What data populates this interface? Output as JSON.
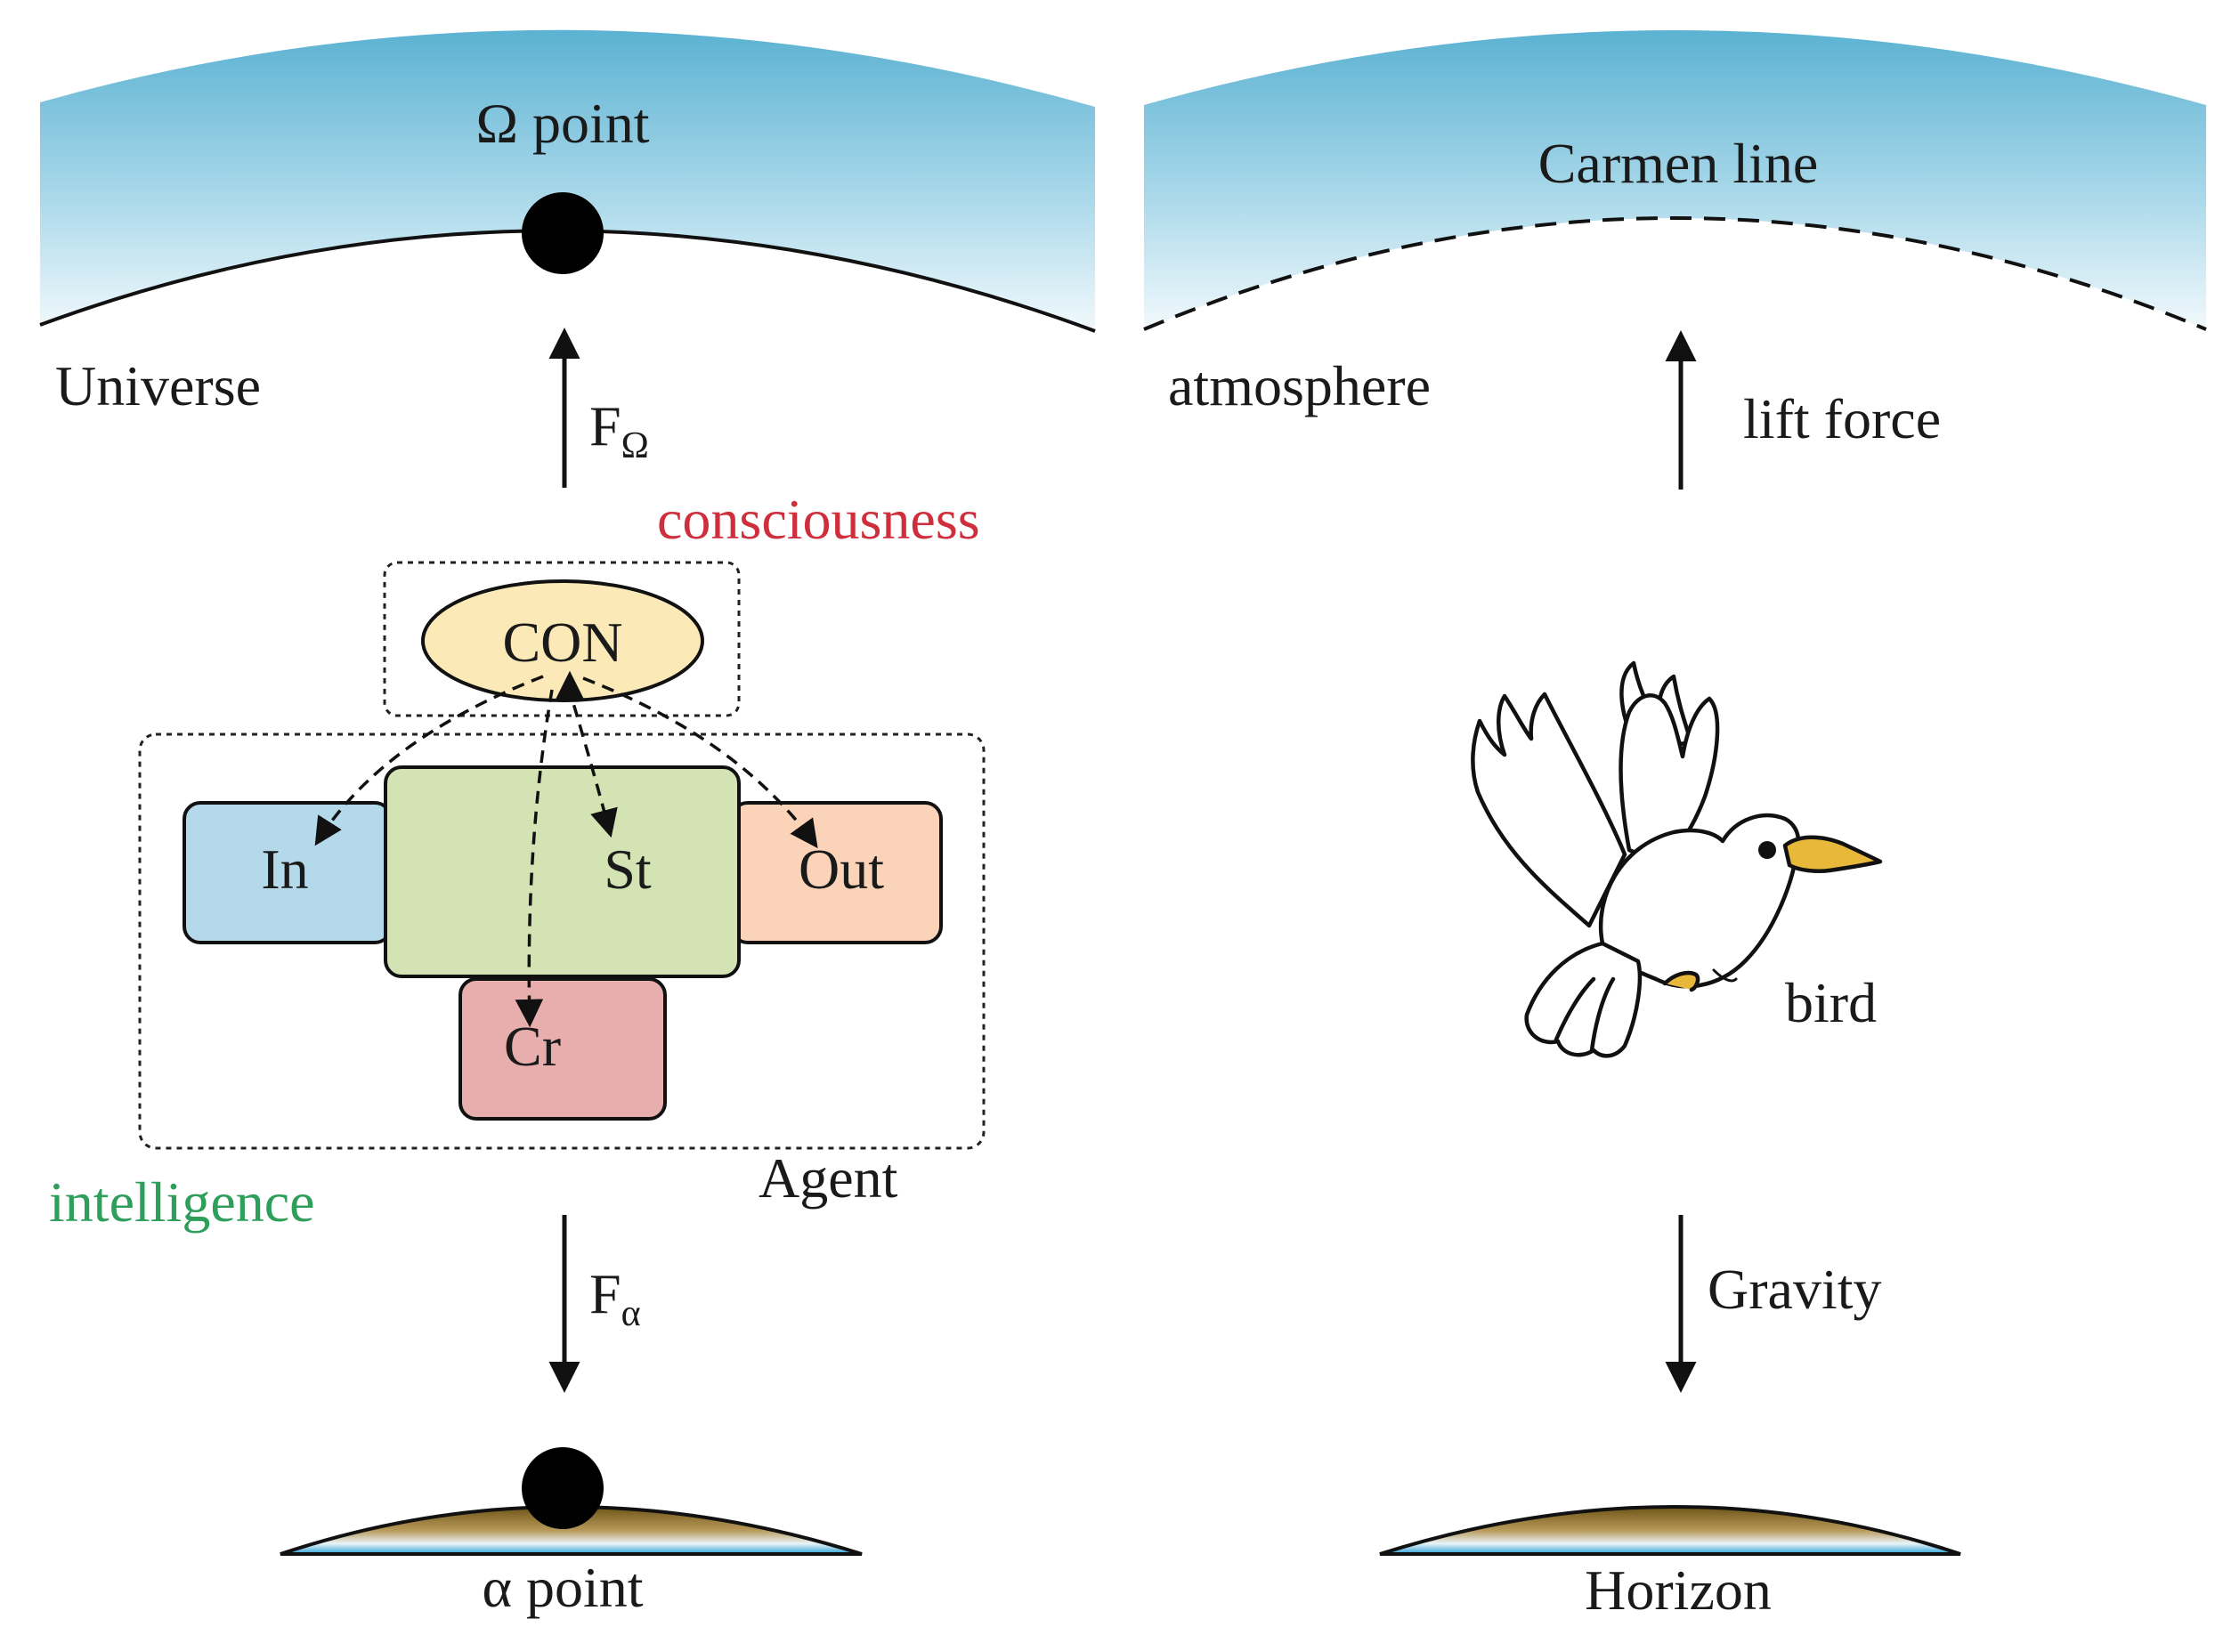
{
  "left_panel": {
    "top_label": "Ω point",
    "universe_label": "Universe",
    "force_up": {
      "base": "F",
      "sub": "Ω"
    },
    "consciousness_label": "consciousness",
    "con_label": "CON",
    "boxes": {
      "in": "In",
      "st": "St",
      "out": "Out",
      "cr": "Cr"
    },
    "agent_label": "Agent",
    "intelligence_label": "intelligence",
    "force_down": {
      "base": "F",
      "sub": "α"
    },
    "bottom_label": "α point"
  },
  "right_panel": {
    "top_label": "Carmen line",
    "atmosphere_label": "atmosphere",
    "lift_label": "lift force",
    "bird_label": "bird",
    "gravity_label": "Gravity",
    "bottom_label": "Horizon"
  },
  "colors": {
    "sky_top": "#5bb2d2",
    "sky_bottom": "#eef8fc",
    "consciousness": "#cf2e3c",
    "intelligence": "#2e9e5b",
    "con_fill": "#fbeab8",
    "in_fill": "#b4d9eb",
    "st_fill": "#d3e3b4",
    "out_fill": "#fbd3b8",
    "cr_fill": "#e8aeae",
    "ground_brown": "#7a5c1e",
    "ground_blue": "#2a9fd6",
    "beak": "#e8b83a"
  }
}
